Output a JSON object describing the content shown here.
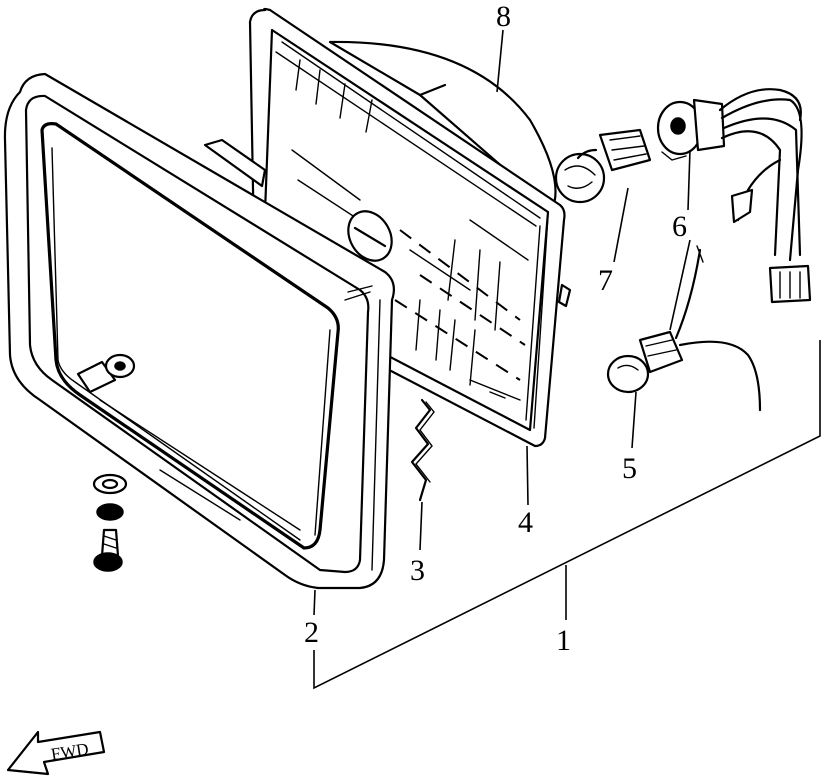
{
  "callouts": [
    {
      "id": "1",
      "label": "1"
    },
    {
      "id": "2",
      "label": "2"
    },
    {
      "id": "3",
      "label": "3"
    },
    {
      "id": "4",
      "label": "4"
    },
    {
      "id": "5",
      "label": "5"
    },
    {
      "id": "6",
      "label": "6"
    },
    {
      "id": "7",
      "label": "7"
    },
    {
      "id": "8",
      "label": "8"
    }
  ],
  "direction_indicator": {
    "label": "FWD",
    "icon": "left-arrow-icon"
  },
  "colors": {
    "ink": "#000000",
    "paper": "#ffffff"
  }
}
